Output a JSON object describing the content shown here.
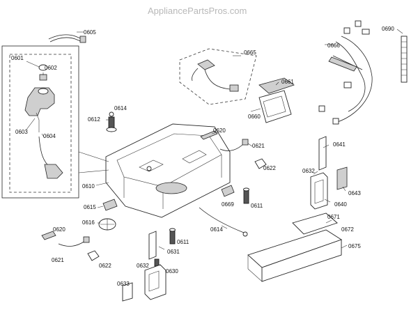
{
  "watermark": "AppliancePartsPros.com",
  "callouts": {
    "c0605": "0605",
    "c0601": "0601",
    "c0602": "0602",
    "c0603": "0603",
    "c0604": "0604",
    "c0665": "0665",
    "c0666": "0666",
    "c0690": "0690",
    "c0661": "0661",
    "c0660": "0660",
    "c0614a": "0614",
    "c0612": "0612",
    "c0620a": "0620",
    "c0621a": "0621",
    "c0622a": "0622",
    "c0641": "0641",
    "c0632a": "0632",
    "c0643": "0643",
    "c0640": "0640",
    "c0610": "0610",
    "c0669": "0669",
    "c0611a": "0611",
    "c0615": "0615",
    "c0616": "0616",
    "c0620b": "0620",
    "c0614b": "0614",
    "c0611b": "0611",
    "c0671": "0671",
    "c0672": "0672",
    "c0675": "0675",
    "c0621b": "0621",
    "c0622b": "0622",
    "c0631": "0631",
    "c0632b": "0632",
    "c0630": "0630",
    "c0633": "0633"
  }
}
